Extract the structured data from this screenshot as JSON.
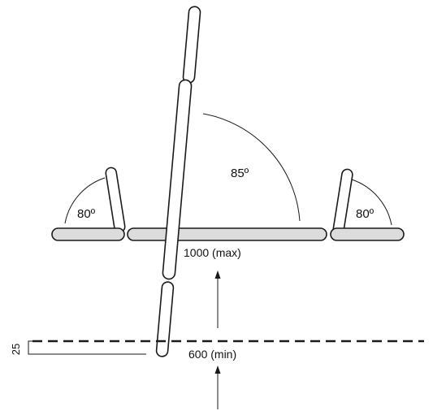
{
  "labels": {
    "angle_left": "80º",
    "angle_center": "85º",
    "angle_right": "80º",
    "max_width": "1000 (max)",
    "min_width": "600 (min)",
    "offset": "25"
  },
  "colors": {
    "segment_fill": "#dcdcdc",
    "stroke": "#1a1a1a",
    "background": "#ffffff"
  }
}
